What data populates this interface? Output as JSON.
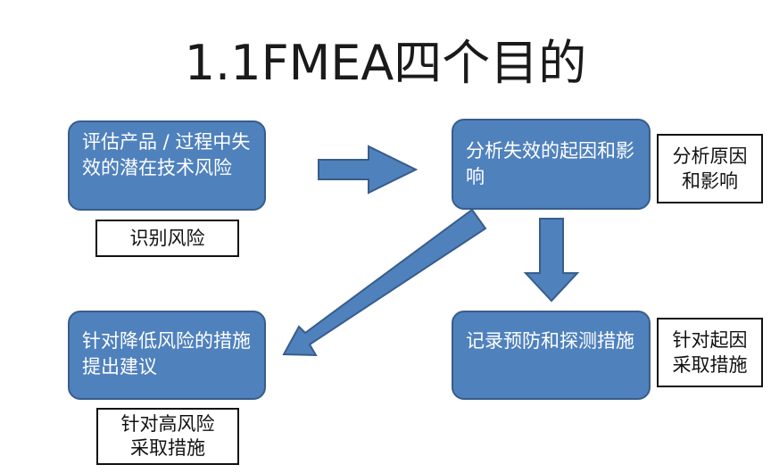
{
  "title": "1.1FMEA四个目的",
  "boxes": {
    "evaluate": "评估产品 / 过程中失效的潜在技术风险",
    "analyze": "分析失效的起因和影响",
    "measures": "针对降低风险的措施提出建议",
    "record": "记录预防和探测措施"
  },
  "notes": {
    "identify": "识别风险",
    "analyze_line1": "分析原因",
    "analyze_line2": "和影响",
    "cause_line1": "针对起因",
    "cause_line2": "采取措施",
    "high_line1": "针对高风险",
    "high_line2": "采取措施"
  },
  "colors": {
    "box_fill": "#4f81bd",
    "box_border": "#385d8a",
    "arrow_fill": "#4f81bd"
  }
}
